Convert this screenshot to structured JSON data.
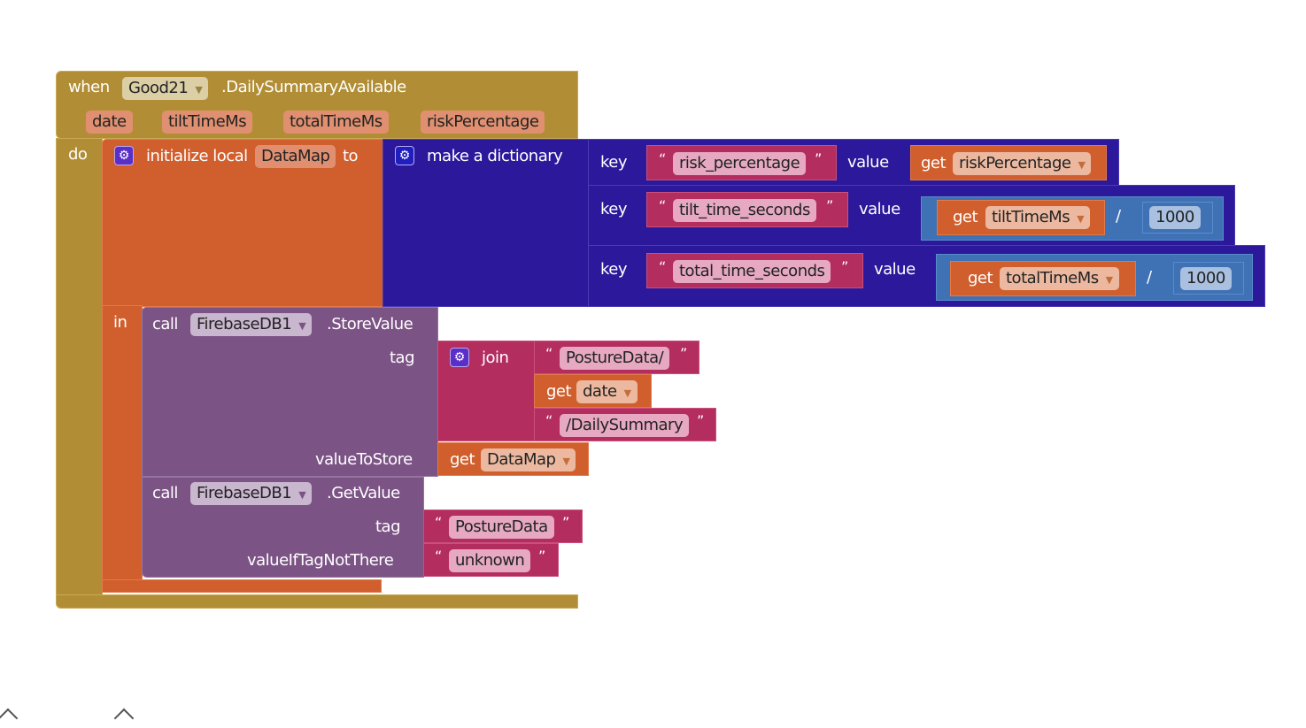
{
  "event": {
    "when": "when",
    "component": "Good21",
    "event_name": ".DailySummaryAvailable",
    "params": [
      "date",
      "tiltTimeMs",
      "totalTimeMs",
      "riskPercentage"
    ],
    "do": "do"
  },
  "init": {
    "label": "initialize local",
    "var": "DataMap",
    "to": "to",
    "in": "in"
  },
  "dict": {
    "label": "make a dictionary",
    "key": "key",
    "value": "value",
    "pairs": [
      {
        "key": "risk_percentage",
        "get": "get",
        "var": "riskPercentage"
      },
      {
        "key": "tilt_time_seconds",
        "get": "get",
        "var": "tiltTimeMs",
        "op": "/",
        "num": "1000"
      },
      {
        "key": "total_time_seconds",
        "get": "get",
        "var": "totalTimeMs",
        "op": "/",
        "num": "1000"
      }
    ]
  },
  "store": {
    "call": "call",
    "component": "FirebaseDB1",
    "method": ".StoreValue",
    "tag": "tag",
    "join": "join",
    "parts": [
      "PostureData/",
      "date",
      "/DailySummary"
    ],
    "get": "get",
    "valueToStore": "valueToStore",
    "value_var": "DataMap"
  },
  "getv": {
    "call": "call",
    "component": "FirebaseDB1",
    "method": ".GetValue",
    "tag": "tag",
    "tag_value": "PostureData",
    "valueIfTagNotThere": "valueIfTagNotThere",
    "default": "unknown"
  },
  "quote_open": "“",
  "quote_close": "”",
  "colors": {
    "event": "#b18e35",
    "local": "#d05f2d",
    "dictionary": "#2c189b",
    "text": "#b32d5e",
    "component": "#7c5385",
    "math": "#3f71b5"
  }
}
